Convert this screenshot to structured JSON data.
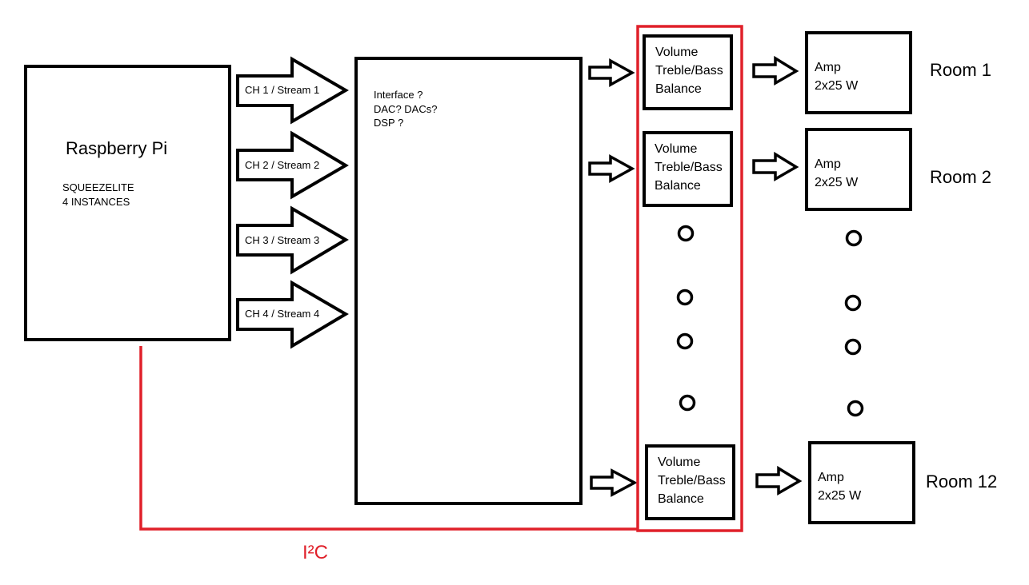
{
  "colors": {
    "line": "#000000",
    "i2c": "#e0202a"
  },
  "pi": {
    "title": "Raspberry Pi",
    "subtitle": "SQUEEZELITE\n4 INSTANCES"
  },
  "channels": [
    {
      "label": "CH 1 / Stream 1"
    },
    {
      "label": "CH 2 / Stream 2"
    },
    {
      "label": "CH 3 / Stream 3"
    },
    {
      "label": "CH 4 / Stream 4"
    }
  ],
  "interface": {
    "text": "Interface ?\nDAC? DACs?\nDSP ?"
  },
  "zones": [
    {
      "control": "Volume\nTreble/Bass\nBalance",
      "amp": "Amp\n2x25 W",
      "room": "Room 1"
    },
    {
      "control": "Volume\nTreble/Bass\nBalance",
      "amp": "Amp\n2x25 W",
      "room": "Room 2"
    },
    {
      "control": "Volume\nTreble/Bass\nBalance",
      "amp": "Amp\n2x25 W",
      "room": "Room 12"
    }
  ],
  "bus": {
    "label": "I²C"
  }
}
